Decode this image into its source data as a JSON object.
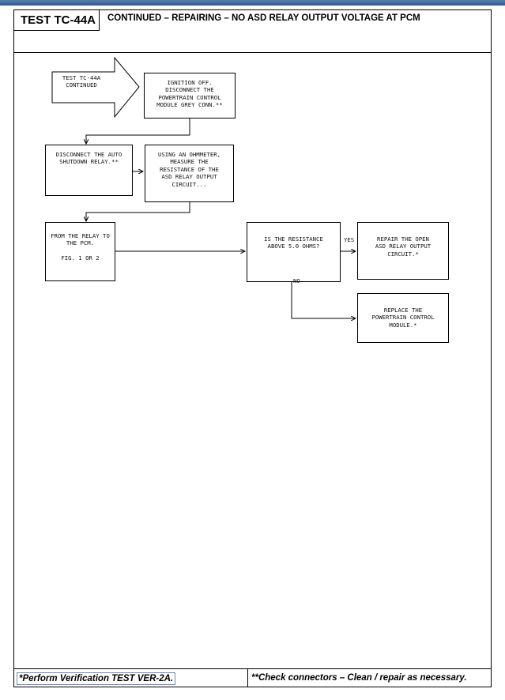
{
  "header": {
    "test_id": "TEST TC-44A",
    "title": "CONTINUED – REPAIRING – NO ASD RELAY OUTPUT VOLTAGE AT PCM"
  },
  "diagram": {
    "start": "TEST TC-44A\nCONTINUED",
    "step1": "IGNITION OFF.\nDISCONNECT THE\nPOWERTRAIN CONTROL\nMODULE GREY CONN.**",
    "step2": "DISCONNECT THE AUTO\nSHUTDOWN RELAY.**",
    "step3": "USING AN OHMMETER,\nMEASURE THE\nRESISTANCE OF THE\nASD RELAY OUTPUT\nCIRCUIT...",
    "step4": "FROM THE RELAY TO\nTHE PCM.\n\nFIG. 1 OR 2",
    "question": "IS THE RESISTANCE\nABOVE 5.0 OHMS?",
    "yes_label": "YES",
    "no_label": "NO",
    "yes_action": "REPAIR THE OPEN\nASD RELAY OUTPUT\nCIRCUIT.*",
    "no_action": "REPLACE THE\nPOWERTRAIN CONTROL\nMODULE.*"
  },
  "footer": {
    "left": "*Perform Verification TEST VER-2A.",
    "right": "**Check connectors – Clean / repair as necessary."
  }
}
